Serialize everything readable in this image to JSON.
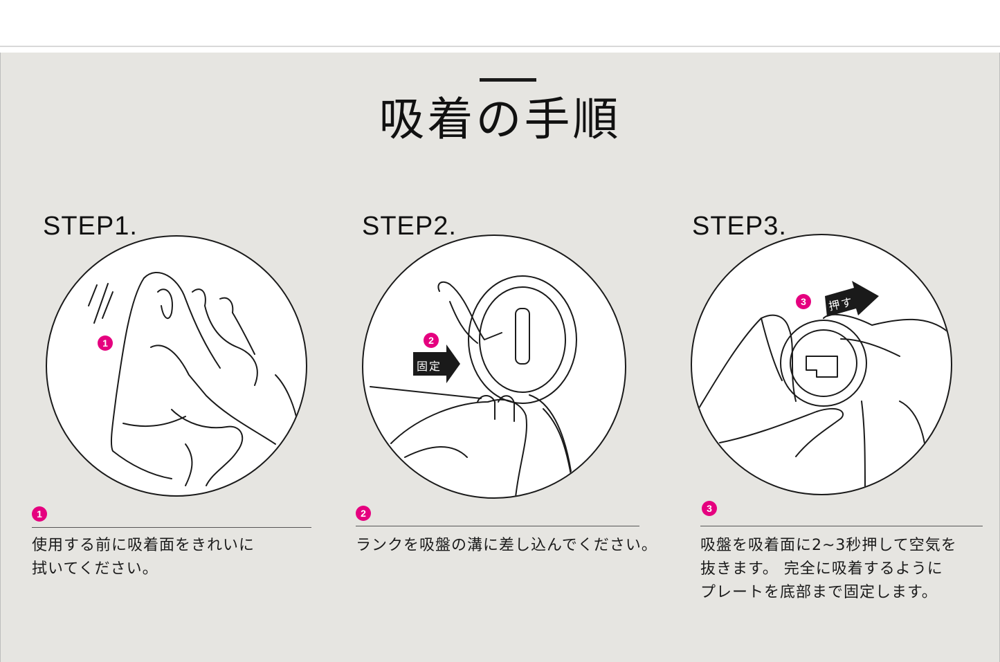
{
  "title": "吸着の手順",
  "steps": [
    {
      "label": "STEP1.",
      "number": "1",
      "description_lines": [
        "使用する前に吸着面をきれいに",
        "拭いてください。"
      ]
    },
    {
      "label": "STEP2.",
      "number": "2",
      "arrow_text": "固定",
      "description_lines": [
        "ランクを吸盤の溝に差し込んでください。"
      ]
    },
    {
      "label": "STEP3.",
      "number": "3",
      "arrow_text": "押す",
      "description_lines": [
        "吸盤を吸着面に2~3秒押して空気を",
        "抜きます。 完全に吸着するように",
        "プレートを底部まで固定します。"
      ]
    }
  ],
  "colors": {
    "accent": "#e5007f",
    "panel_bg": "#e6e5e1",
    "ink": "#1a1a1a"
  },
  "icons": [
    "cloth-wiping-hand-illustration",
    "suction-hook-insert-illustration",
    "press-suction-cup-illustration",
    "arrow-right-icon"
  ]
}
